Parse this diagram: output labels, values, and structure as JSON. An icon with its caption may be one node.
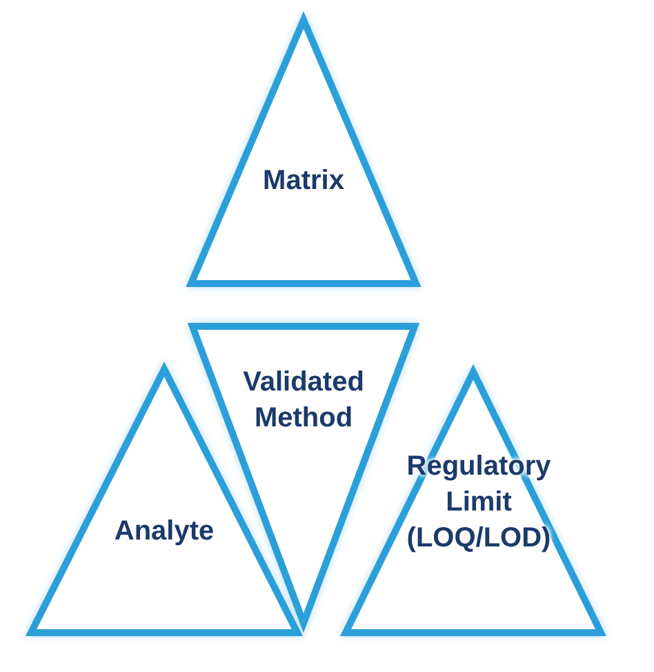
{
  "diagram": {
    "nodes": [
      {
        "text": [
          "Matrix"
        ]
      },
      {
        "text": [
          "Validated Method"
        ]
      },
      {
        "text": [
          "Analyte"
        ]
      },
      {
        "text": [
          "Regulatory Limit (LOQ/LOD)"
        ]
      }
    ]
  }
}
